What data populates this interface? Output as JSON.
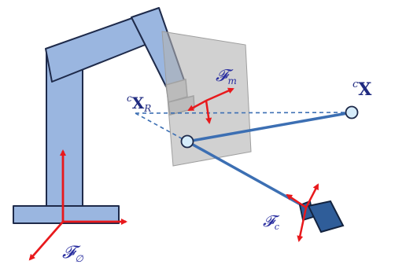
{
  "labels": {
    "f_m": {
      "main": "𝓕",
      "sub": "m"
    },
    "x_r": {
      "sup": "c",
      "main": "X",
      "sub": "R"
    },
    "x": {
      "sup": "c",
      "main": "X"
    },
    "f_c": {
      "main": "𝓕",
      "sub": "c"
    },
    "f_0": {
      "main": "𝓕",
      "sub": "∅"
    }
  },
  "colors": {
    "robot_fill": "#9ab6e0",
    "robot_stroke": "#1e2a4a",
    "plane_fill": "#b8b8b8",
    "line_blue": "#3c6fb3",
    "axis_red": "#e8191c",
    "point_fill": "#d6ecfa",
    "camera_fill": "#2f5d99",
    "label_blue": "#2a2fa0"
  }
}
